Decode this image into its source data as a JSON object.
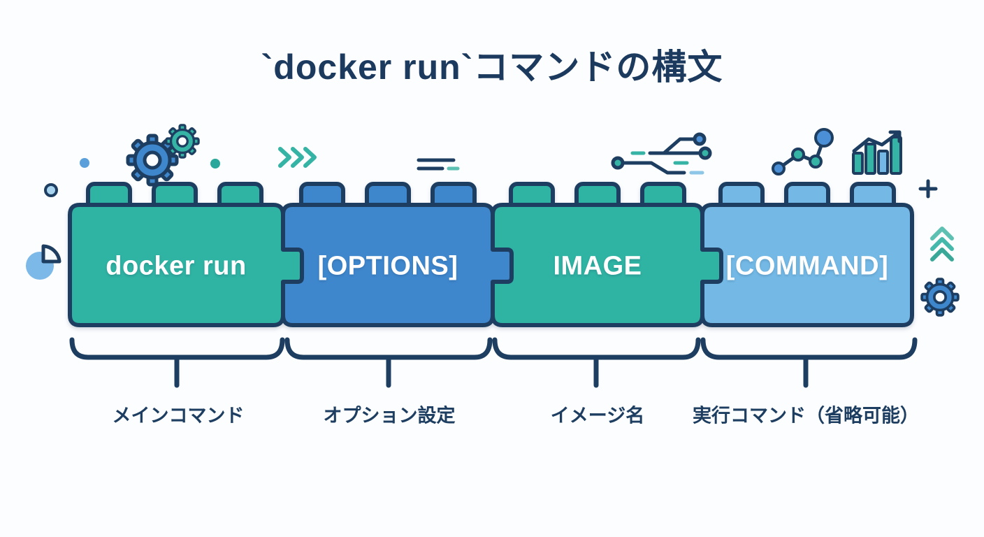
{
  "title": "`docker run`コマンドの構文",
  "blocks": [
    {
      "label": "docker run",
      "annotation": "メインコマンド",
      "color": "#2fb3a3"
    },
    {
      "label": "[OPTIONS]",
      "annotation": "オプション設定",
      "color": "#3f87cd"
    },
    {
      "label": "IMAGE",
      "annotation": "イメージ名",
      "color": "#2fb3a3"
    },
    {
      "label": "[COMMAND]",
      "annotation": "実行コマンド（省略可能）",
      "color": "#74b9e6"
    }
  ],
  "colors": {
    "navy_outline": "#1d3e60",
    "title_navy": "#1b3a5e",
    "teal": "#2fb3a3",
    "blue": "#3f87cd",
    "light_blue": "#74b9e6",
    "accent_teal": "#45b8ac",
    "accent_blue": "#5b9fdb",
    "light_dash": "#8ec6e8",
    "background": "#fcfdff"
  },
  "icons": [
    "gears-icon",
    "chevrons-right-icon",
    "equals-icon",
    "circuit-icon",
    "line-chart-icon",
    "bar-chart-icon",
    "pie-chart-icon",
    "plus-icon",
    "chevrons-up-icon",
    "gear-icon",
    "dot-blue",
    "dot-teal",
    "circle-outline-icon"
  ]
}
